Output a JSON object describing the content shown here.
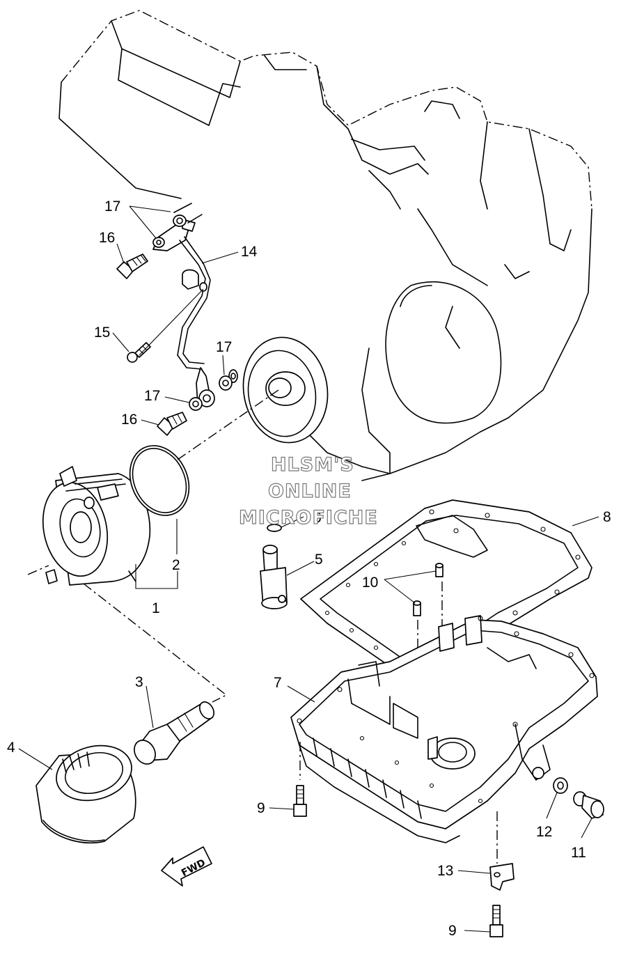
{
  "watermark": {
    "line1": "HLSM'S",
    "line2": "ONLINE",
    "line3": "MICROFICHE"
  },
  "direction_arrow": {
    "label": "FWD"
  },
  "callouts": [
    {
      "id": "c-1",
      "number": "1"
    },
    {
      "id": "c-2",
      "number": "2"
    },
    {
      "id": "c-3",
      "number": "3"
    },
    {
      "id": "c-4",
      "number": "4"
    },
    {
      "id": "c-5",
      "number": "5"
    },
    {
      "id": "c-6",
      "number": "6"
    },
    {
      "id": "c-7",
      "number": "7"
    },
    {
      "id": "c-8",
      "number": "8"
    },
    {
      "id": "c-9a",
      "number": "9"
    },
    {
      "id": "c-9b",
      "number": "9"
    },
    {
      "id": "c-10",
      "number": "10"
    },
    {
      "id": "c-11",
      "number": "11"
    },
    {
      "id": "c-12",
      "number": "12"
    },
    {
      "id": "c-13",
      "number": "13"
    },
    {
      "id": "c-14",
      "number": "14"
    },
    {
      "id": "c-15",
      "number": "15"
    },
    {
      "id": "c-16a",
      "number": "16"
    },
    {
      "id": "c-16b",
      "number": "16"
    },
    {
      "id": "c-17a",
      "number": "17"
    },
    {
      "id": "c-17b",
      "number": "17"
    },
    {
      "id": "c-17c",
      "number": "17"
    }
  ]
}
